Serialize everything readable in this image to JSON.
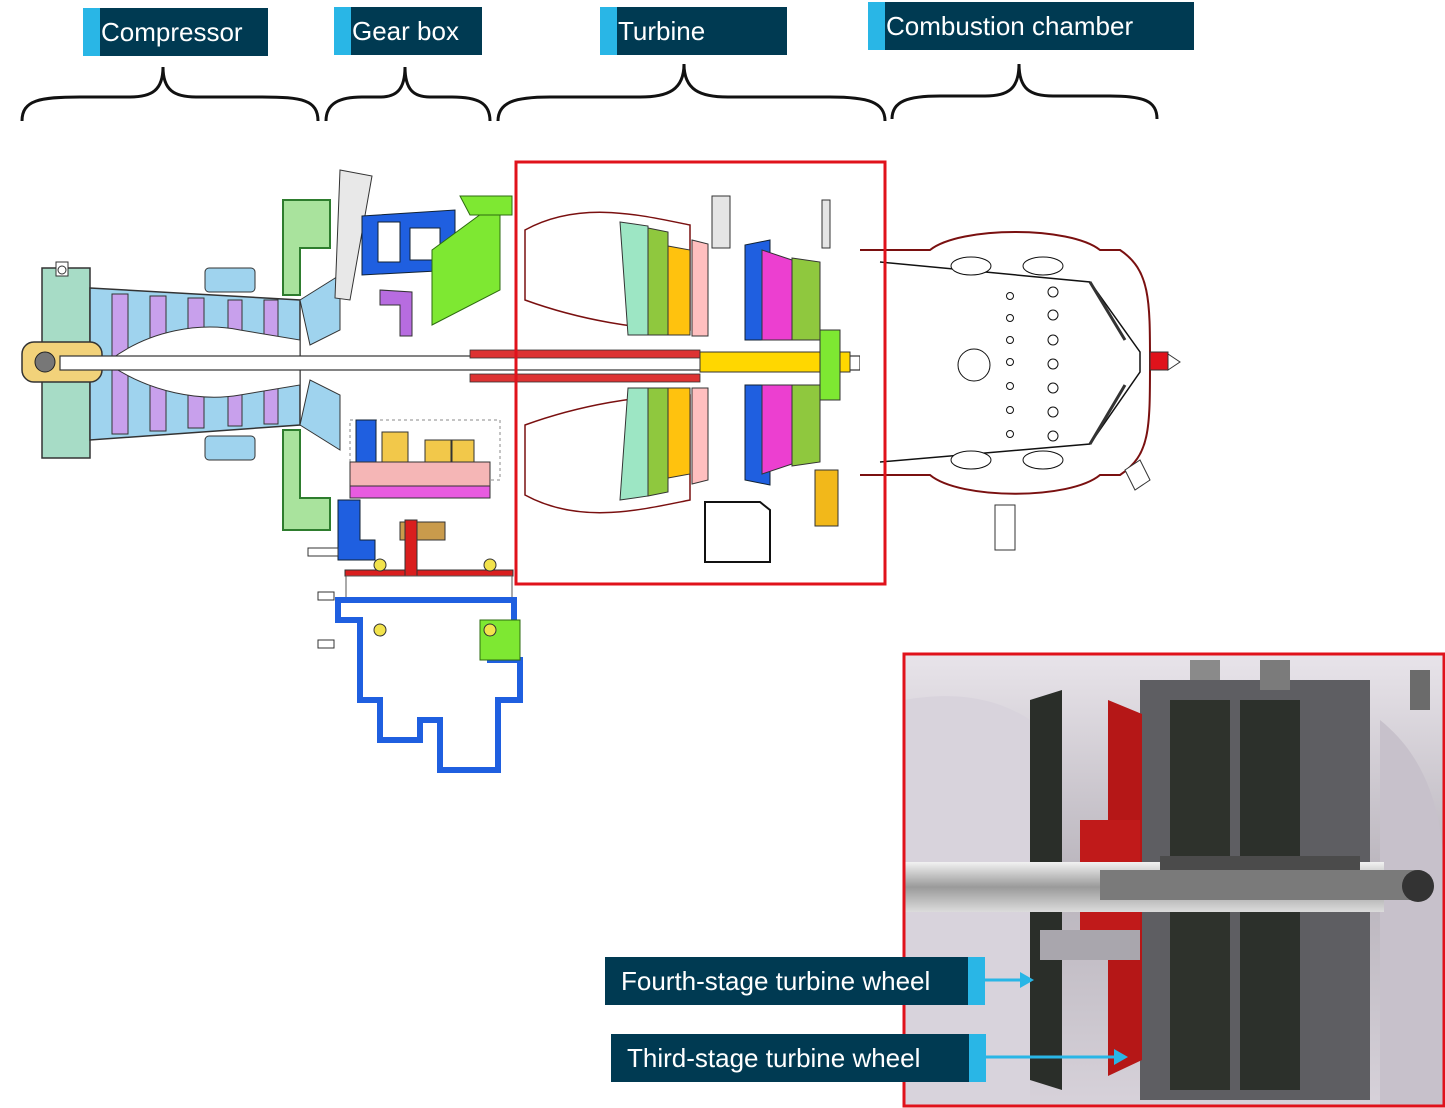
{
  "sections": [
    {
      "id": "compressor",
      "label": "Compressor"
    },
    {
      "id": "gearbox",
      "label": "Gear box"
    },
    {
      "id": "turbine",
      "label": "Turbine"
    },
    {
      "id": "combustion",
      "label": "Combustion chamber"
    }
  ],
  "callouts": {
    "fourth_stage": "Fourth-stage turbine wheel",
    "third_stage": "Third-stage turbine wheel"
  },
  "colors": {
    "label_bg": "#003a52",
    "label_tab": "#29b6e6",
    "highlight_frame": "#e0121b",
    "callout_arrow": "#29b6e6"
  }
}
